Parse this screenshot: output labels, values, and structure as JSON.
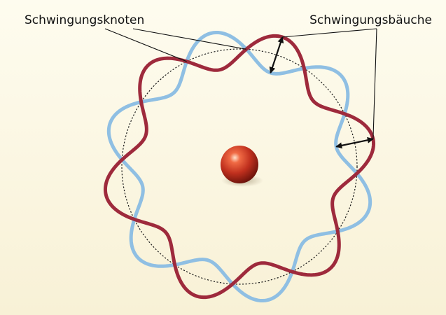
{
  "labels": {
    "nodes": "Schwingungsknoten",
    "antinodes": "Schwingungsbäuche"
  },
  "standing_wave": {
    "wavelengths_on_orbit": 6,
    "amplitude_ratio": 0.16
  },
  "colors": {
    "background_top": "#fefcef",
    "background_bottom": "#f8f1d6",
    "wave_a": "#9e2a3c",
    "wave_b": "#8fbfe3",
    "orbit": "#1a1a1a",
    "nucleus": "#c0301e",
    "pointer": "#111111"
  }
}
